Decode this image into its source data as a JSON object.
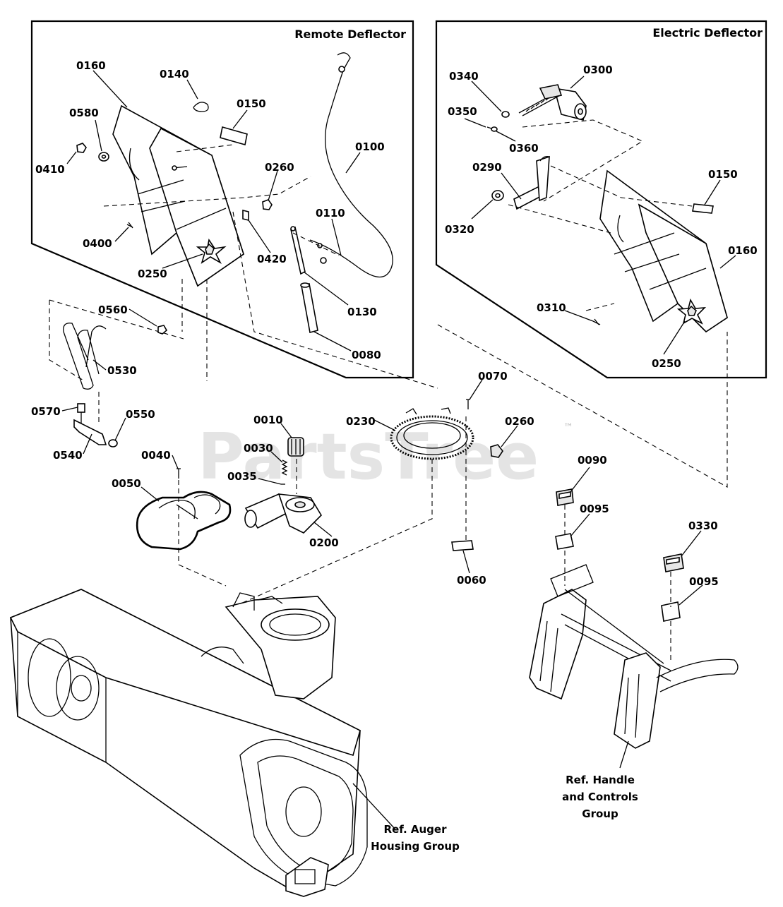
{
  "panels": {
    "remote_title": "Remote Deflector",
    "electric_title": "Electric Deflector"
  },
  "watermark": {
    "brand": "PartsTree",
    "trademark": "™"
  },
  "callouts": [
    {
      "id": "c0160a",
      "text": "0160"
    },
    {
      "id": "c0140",
      "text": "0140"
    },
    {
      "id": "c0150a",
      "text": "0150"
    },
    {
      "id": "c0580",
      "text": "0580"
    },
    {
      "id": "c0410",
      "text": "0410"
    },
    {
      "id": "c0260a",
      "text": "0260"
    },
    {
      "id": "c0100",
      "text": "0100"
    },
    {
      "id": "c0110",
      "text": "0110"
    },
    {
      "id": "c0400",
      "text": "0400"
    },
    {
      "id": "c0420",
      "text": "0420"
    },
    {
      "id": "c0250a",
      "text": "0250"
    },
    {
      "id": "c0130",
      "text": "0130"
    },
    {
      "id": "c0080",
      "text": "0080"
    },
    {
      "id": "c0340",
      "text": "0340"
    },
    {
      "id": "c0300",
      "text": "0300"
    },
    {
      "id": "c0350",
      "text": "0350"
    },
    {
      "id": "c0360",
      "text": "0360"
    },
    {
      "id": "c0290",
      "text": "0290"
    },
    {
      "id": "c0150b",
      "text": "0150"
    },
    {
      "id": "c0320",
      "text": "0320"
    },
    {
      "id": "c0160b",
      "text": "0160"
    },
    {
      "id": "c0310",
      "text": "0310"
    },
    {
      "id": "c0250b",
      "text": "0250"
    },
    {
      "id": "c0560",
      "text": "0560"
    },
    {
      "id": "c0530",
      "text": "0530"
    },
    {
      "id": "c0570",
      "text": "0570"
    },
    {
      "id": "c0550",
      "text": "0550"
    },
    {
      "id": "c0540",
      "text": "0540"
    },
    {
      "id": "c0040",
      "text": "0040"
    },
    {
      "id": "c0050",
      "text": "0050"
    },
    {
      "id": "c0010",
      "text": "0010"
    },
    {
      "id": "c0030",
      "text": "0030"
    },
    {
      "id": "c0035",
      "text": "0035"
    },
    {
      "id": "c0200",
      "text": "0200"
    },
    {
      "id": "c0230",
      "text": "0230"
    },
    {
      "id": "c0070",
      "text": "0070"
    },
    {
      "id": "c0260b",
      "text": "0260"
    },
    {
      "id": "c0060",
      "text": "0060"
    },
    {
      "id": "c0090",
      "text": "0090"
    },
    {
      "id": "c0095a",
      "text": "0095"
    },
    {
      "id": "c0330",
      "text": "0330"
    },
    {
      "id": "c0095b",
      "text": "0095"
    }
  ],
  "references": {
    "handle": [
      "Ref. Handle",
      "and Controls",
      "Group"
    ],
    "auger": [
      "Ref. Auger",
      "Housing Group"
    ]
  }
}
